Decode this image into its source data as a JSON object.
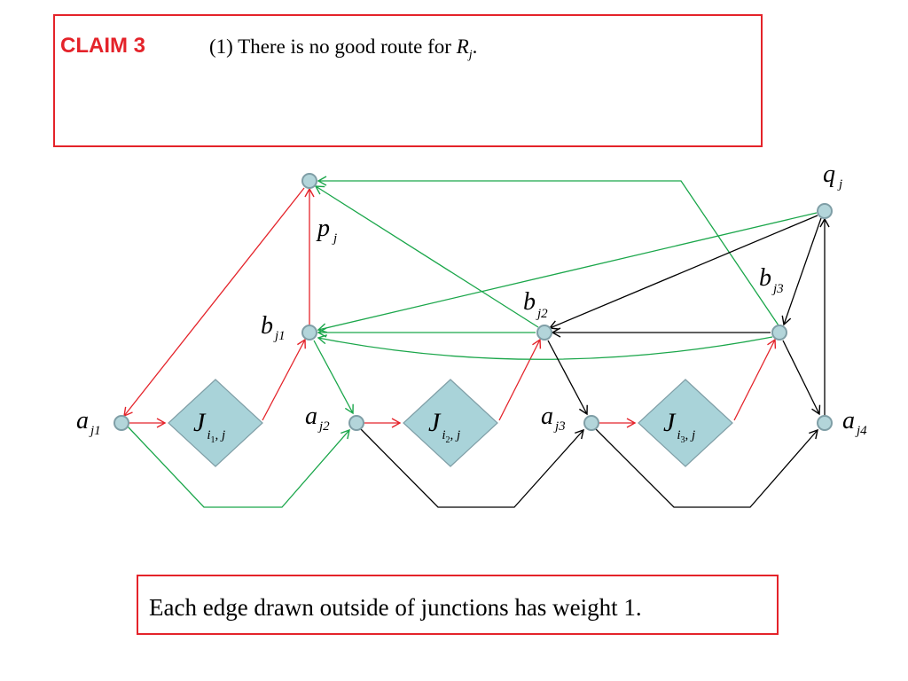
{
  "claim": {
    "title": "CLAIM 3",
    "prefix": "(1) There is no good route for ",
    "var": "R",
    "sub": "j",
    "suffix": "."
  },
  "note": "Each edge drawn outside of junctions has weight 1.",
  "nodes": {
    "p": {
      "base": "p",
      "sub": "j"
    },
    "q": {
      "base": "q",
      "sub": "j"
    },
    "b1": {
      "base": "b",
      "sub": "j1"
    },
    "b2": {
      "base": "b",
      "sub": "j2"
    },
    "b3": {
      "base": "b",
      "sub": "j3"
    },
    "a1": {
      "base": "a",
      "sub": "j1"
    },
    "a2": {
      "base": "a",
      "sub": "j2"
    },
    "a3": {
      "base": "a",
      "sub": "j3"
    },
    "a4": {
      "base": "a",
      "sub": "j4"
    }
  },
  "junctions": [
    {
      "base": "J",
      "sub": "i",
      "subsub": "1",
      "tail": ", j"
    },
    {
      "base": "J",
      "sub": "i",
      "subsub": "2",
      "tail": ", j"
    },
    {
      "base": "J",
      "sub": "i",
      "subsub": "3",
      "tail": ", j"
    }
  ],
  "colors": {
    "red": "#e4232a",
    "green": "#1aa64a",
    "black": "#000000",
    "node_fill": "#b3d5da",
    "node_stroke": "#7f9ea6",
    "junction_fill": "#a9d3d9"
  }
}
